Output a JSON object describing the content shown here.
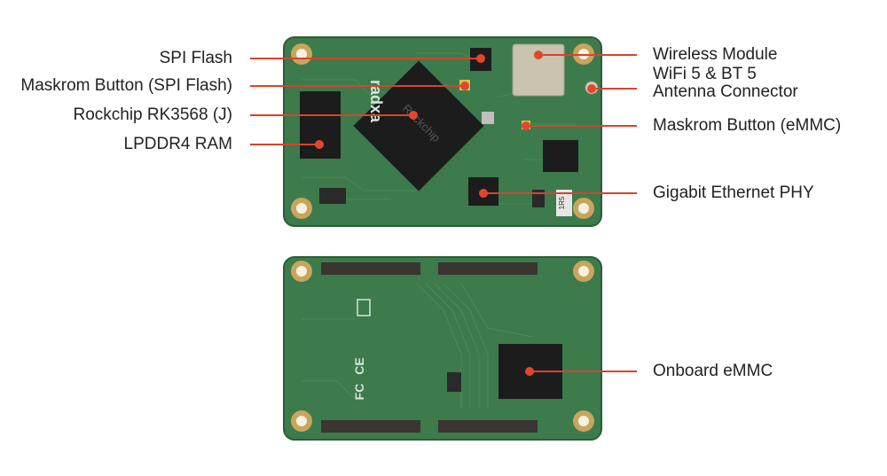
{
  "colors": {
    "background": "#ffffff",
    "pcb_green": "#3d7a4c",
    "pcb_green_dark": "#2c5e39",
    "pad_gold": "#c9a55c",
    "chip_black": "#1c1c1c",
    "callout_line": "#d9432c",
    "callout_dot": "#e2472e",
    "text": "#222222"
  },
  "labels": {
    "spi_flash": "SPI Flash",
    "maskrom_spi": "Maskrom Button (SPI Flash)",
    "rockchip": "Rockchip RK3568 (J)",
    "lpddr4": "LPDDR4 RAM",
    "wireless": "Wireless Module",
    "wifi_bt": "WiFi 5 & BT 5",
    "antenna": "Antenna Connector",
    "maskrom_emmc": "Maskrom Button (eMMC)",
    "ethernet_phy": "Gigabit Ethernet PHY",
    "emmc": "Onboard eMMC"
  },
  "board_markings": {
    "brand": "radxa",
    "chip_brand": "Rockchip",
    "revision": "1R5",
    "ce_mark": "CE",
    "fc_mark": "FC"
  }
}
